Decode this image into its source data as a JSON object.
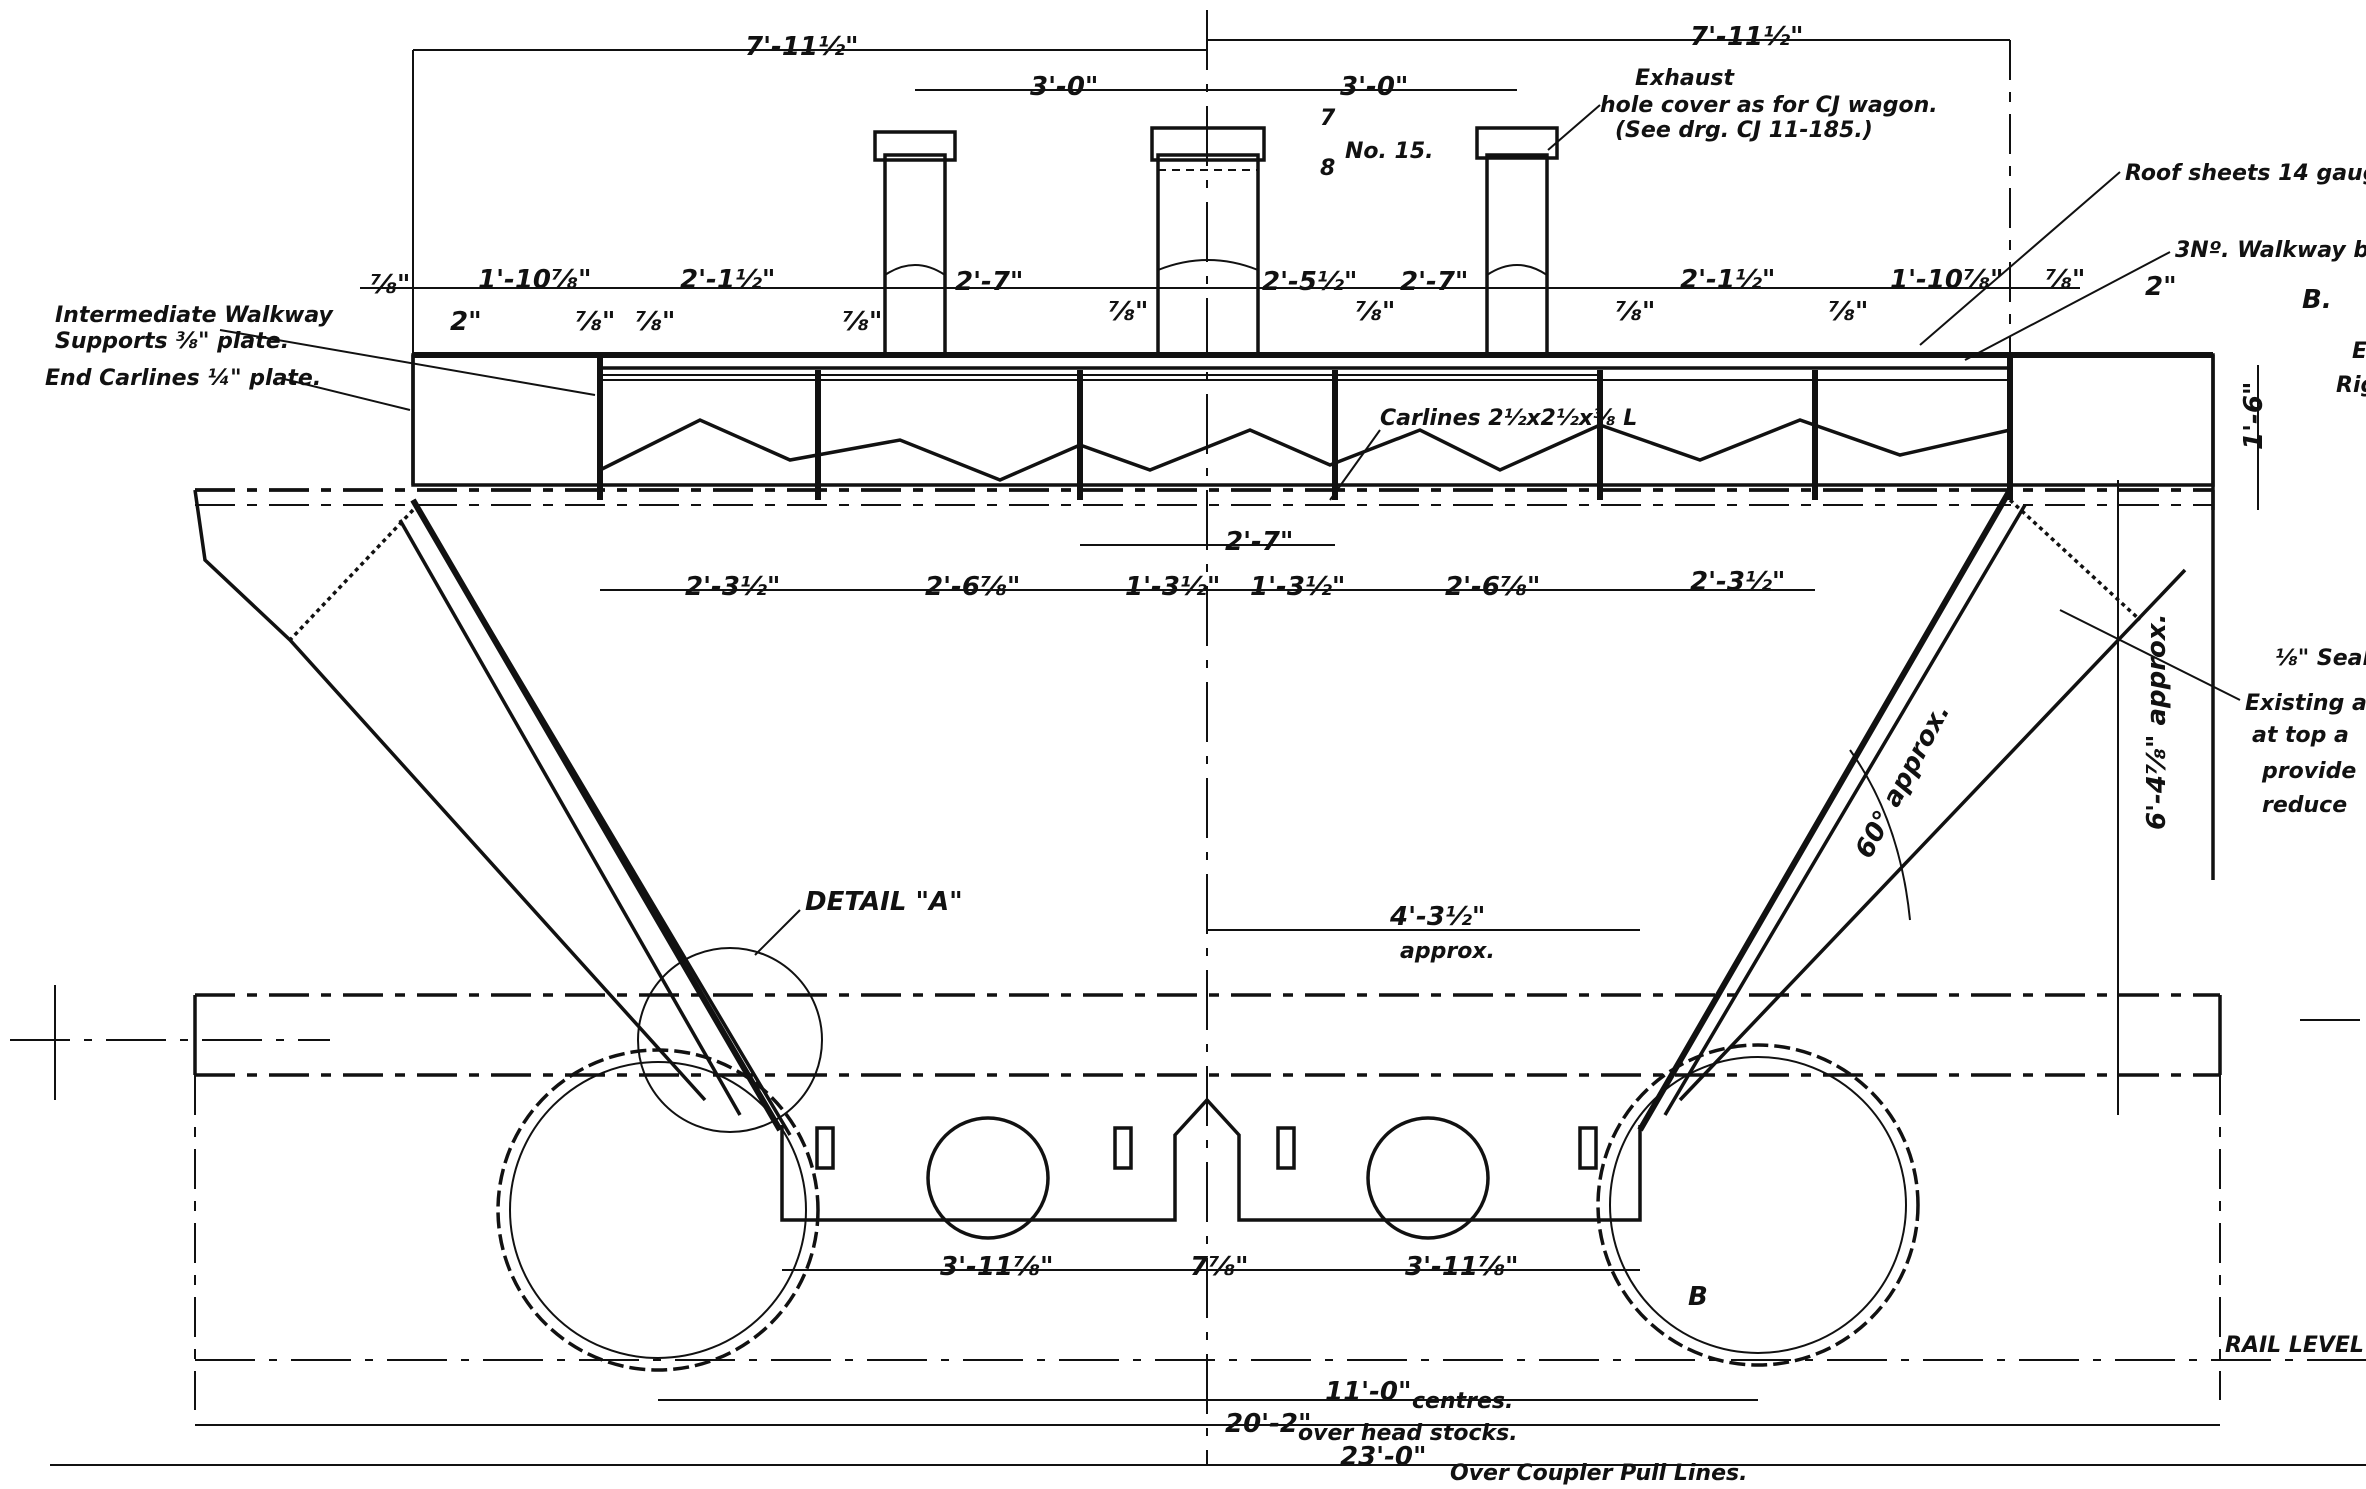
{
  "dimensions": {
    "half_length_left": "7'-11½\"",
    "half_length_right": "7'-11½\"",
    "stack_pitch_left": "3'-0\"",
    "stack_pitch_right": "3'-0\"",
    "top_row": [
      "⅞\"",
      "1'-10⅞\"",
      "2\"",
      "⅞\"",
      "⅞\"",
      "2'-1½\"",
      "⅞\"",
      "2'-7\"",
      "⅞\"",
      "2'-5½\"",
      "⅞\"",
      "2'-7\"",
      "⅞\"",
      "2'-1½\"",
      "⅞\"",
      "1'-10⅞\"",
      "⅞\"",
      "2\""
    ],
    "carline_row": [
      "2'-3½\"",
      "2'-6⅞\"",
      "1'-3½\"",
      "1'-3½\"",
      "2'-6⅞\"",
      "2'-3½\""
    ],
    "carline_centre": "2'-7\"",
    "roof_depth": "1'-6\"",
    "height_right": "6'-4⅞\" approx.",
    "offset": "4'-3½\"",
    "offset_note": "approx.",
    "angle": "60° approx.",
    "door_left": "3'-11⅞\"",
    "door_centre": "7⅞\"",
    "door_right": "3'-11⅞\"",
    "wheel_centres": "11'-0\"",
    "wheel_centres_note": "centres.",
    "over_headstocks": "20'-2\"",
    "over_headstocks_note": "over head stocks.",
    "over_coupler": "23'-0\"",
    "over_coupler_note": "Over Coupler Pull Lines."
  },
  "notes": {
    "exhaust": "Exhaust",
    "hole_cover": "hole cover as for CJ wagon.",
    "see_drawing": "(See drg. CJ 11-185.)",
    "roof_sheets": "Roof sheets 14 gaug",
    "walkway": "3Nº. Walkway b",
    "walkway_supports_1": "Intermediate Walkway",
    "walkway_supports_2": "Supports ⅜\" plate.",
    "end_carlines": "End Carlines ¼\" plate.",
    "carlines": "Carlines 2½x2½x⅜ L",
    "detail_a": "DETAIL \"A\"",
    "section_b": "B",
    "section_b_top": "B.",
    "ref_7": "7",
    "ref_8": "8",
    "ref_no": "No. 15.",
    "sealing": "⅛\" Sealing",
    "existing_1": "Existing a",
    "existing_2": "at top a",
    "existing_3": "provide",
    "existing_4": "reduce",
    "right_edge_1": "E",
    "right_edge_2": "Rig S",
    "rail_level": "RAIL LEVEL"
  }
}
